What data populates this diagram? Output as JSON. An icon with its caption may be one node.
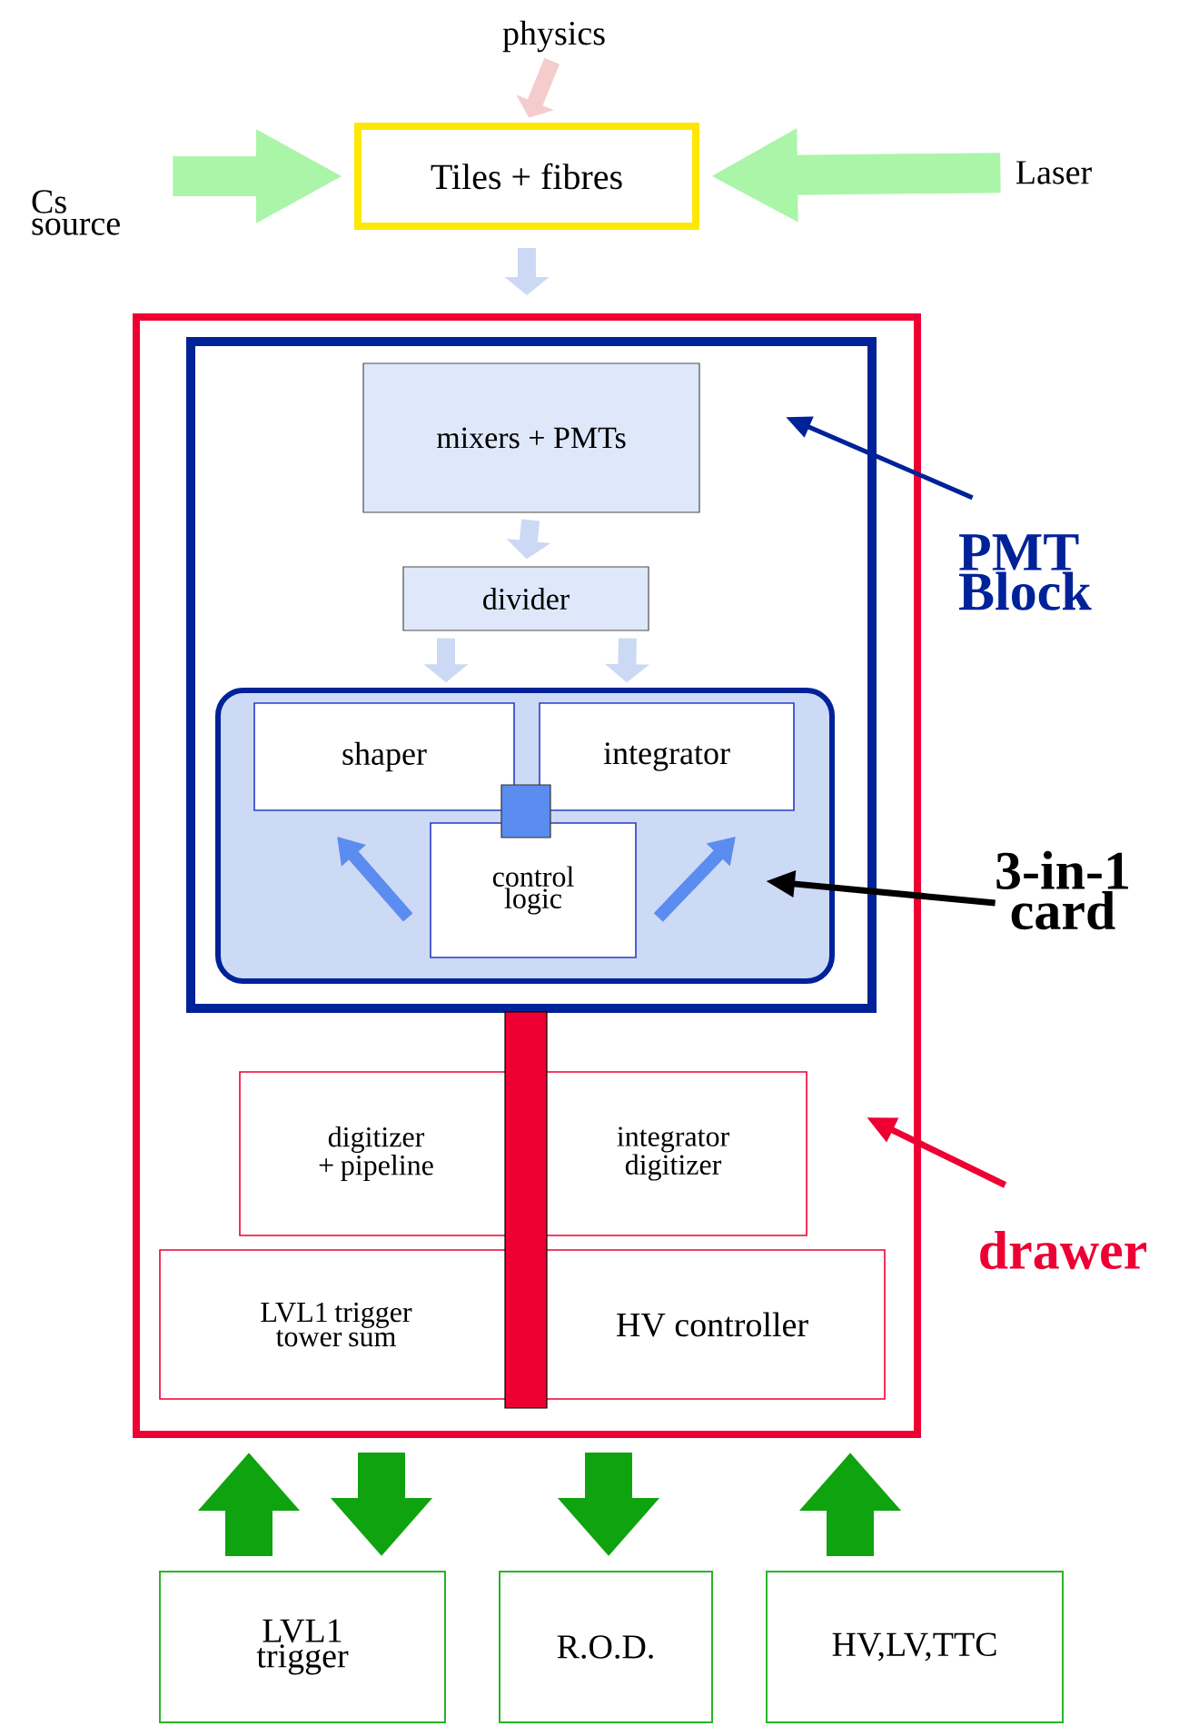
{
  "diagram": {
    "nodes": [
      {
        "text": [
          "physics"
        ]
      },
      {
        "text": [
          "Cs source"
        ]
      },
      {
        "text": [
          "Tiles + fibres"
        ]
      },
      {
        "text": [
          "Laser"
        ]
      },
      {
        "text": [],
        "shape": "box"
      },
      {
        "text": [],
        "shape": "box",
        "in": 4
      },
      {
        "text": [
          "mixers + PMTs"
        ],
        "in": 5
      },
      {
        "text": [
          "PMT Block"
        ]
      },
      {
        "text": [
          "divider"
        ],
        "in": 5
      },
      {
        "text": [],
        "shape": "box",
        "in": 5
      },
      {
        "text": [
          "shaper"
        ],
        "in": 9
      },
      {
        "text": [
          "integrator"
        ],
        "in": 9
      },
      {
        "text": [
          "control logic"
        ],
        "in": 9
      },
      {
        "text": [
          "3-in-1 card"
        ]
      },
      {
        "text": [
          "digitizer + pipeline"
        ],
        "in": 4
      },
      {
        "text": [
          "integrator digitizer"
        ],
        "in": 4
      },
      {
        "text": [
          "drawer"
        ]
      },
      {
        "text": [
          "LVL1 trigger tower sum"
        ],
        "in": 4
      },
      {
        "text": [
          "HV controller"
        ],
        "in": 4
      },
      {
        "text": [
          "LVL1 trigger"
        ]
      },
      {
        "text": [
          "R.O.D."
        ]
      },
      {
        "text": [
          "HV,LV,TTC"
        ]
      },
      {
        "text": [],
        "shape": "bar",
        "in": 4
      },
      {
        "text": [],
        "shape": "box",
        "in": 9
      }
    ],
    "edges": [
      {
        "from": 0,
        "to": 2,
        "arrow": "to",
        "color": "#f4cccc"
      },
      {
        "from": 1,
        "to": 2,
        "arrow": "to",
        "style": "thick",
        "color": "#aaf5a8"
      },
      {
        "from": 3,
        "to": 2,
        "arrow": "to",
        "style": "thick",
        "color": "#aaf5a8"
      },
      {
        "from": 2,
        "to": 4,
        "arrow": "to",
        "color": "#ccd9f5"
      },
      {
        "from": 6,
        "to": 8,
        "arrow": "to",
        "color": "#ccd9f5"
      },
      {
        "from": 8,
        "to": 10,
        "arrow": "to",
        "color": "#ccd9f5"
      },
      {
        "from": 8,
        "to": 11,
        "arrow": "to",
        "color": "#ccd9f5"
      },
      {
        "from": 7,
        "to": 5,
        "arrow": "to",
        "color": "#002299"
      },
      {
        "from": 13,
        "to": 9,
        "arrow": "to",
        "color": "#000000"
      },
      {
        "from": 16,
        "to": 4,
        "arrow": "to",
        "color": "#ee0033"
      },
      {
        "from": 12,
        "to": 10,
        "arrow": "to",
        "color": "#5b8cf0"
      },
      {
        "from": 12,
        "to": 11,
        "arrow": "to",
        "color": "#5b8cf0"
      },
      {
        "from": 19,
        "to": 4,
        "arrow": "to",
        "style": "thick",
        "color": "#0fa30f"
      },
      {
        "from": 4,
        "to": 19,
        "arrow": "to",
        "style": "thick",
        "color": "#0fa30f"
      },
      {
        "from": 4,
        "to": 20,
        "arrow": "to",
        "style": "thick",
        "color": "#0fa30f"
      },
      {
        "from": 21,
        "to": 4,
        "arrow": "to",
        "style": "thick",
        "color": "#0fa30f"
      }
    ]
  }
}
